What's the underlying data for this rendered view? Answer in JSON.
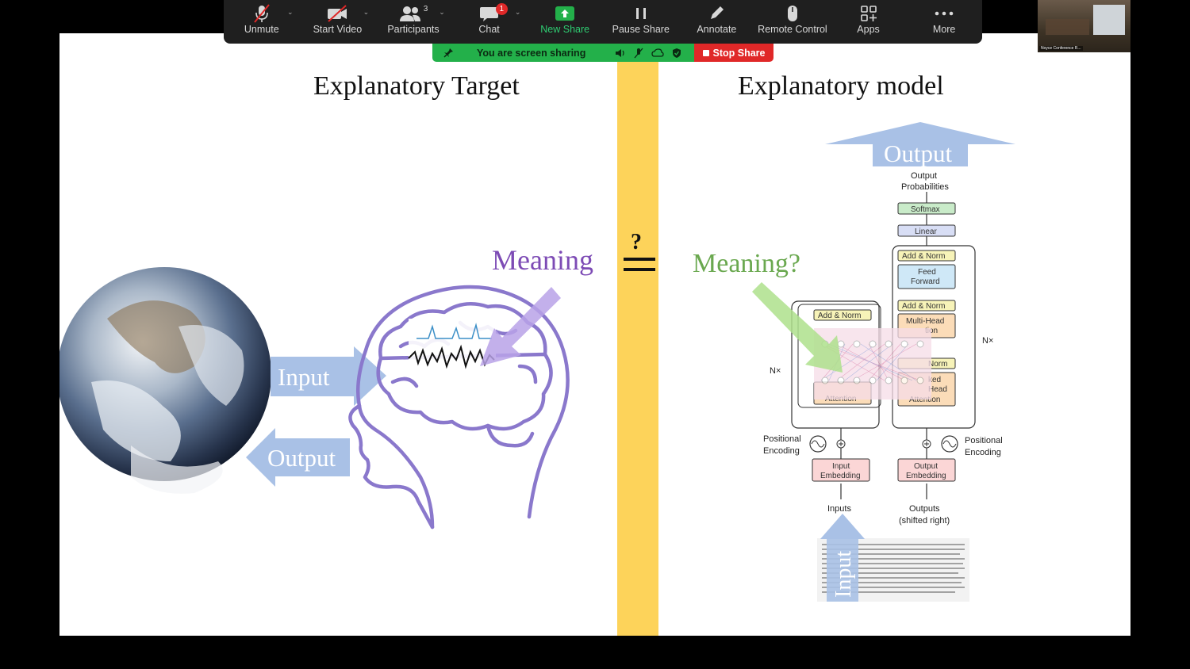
{
  "toolbar": {
    "unmute": "Unmute",
    "start_video": "Start Video",
    "participants": "Participants",
    "participants_count": "3",
    "chat": "Chat",
    "chat_badge": "1",
    "new_share": "New Share",
    "pause_share": "Pause Share",
    "annotate": "Annotate",
    "remote_control": "Remote Control",
    "apps": "Apps",
    "more": "More"
  },
  "share_bar": {
    "status": "You are screen sharing",
    "stop": "Stop Share"
  },
  "thumbnail": {
    "label": "Noyce Conference R..."
  },
  "slide": {
    "left_title": "Explanatory Target",
    "right_title": "Explanatory model",
    "meaning_left": "Meaning",
    "meaning_right": "Meaning?",
    "input_arrow": "Input",
    "output_arrow": "Output",
    "question_mark": "?",
    "model_output": "Output",
    "model_input": "Input",
    "transformer": {
      "output_probabilities_1": "Output",
      "output_probabilities_2": "Probabilities",
      "softmax": "Softmax",
      "linear": "Linear",
      "add_norm": "Add & Norm",
      "feed_1": "Feed",
      "feed_2": "Forward",
      "multi_head_1": "Multi-Head",
      "multi_head_2": "tion",
      "norm": "Norm",
      "ked": "ked",
      "head": "Head",
      "attention": "Attention",
      "nx": "N×",
      "pos_enc_1": "Positional",
      "pos_enc_2": "Encoding",
      "input_emb_1": "Input",
      "input_emb_2": "Embedding",
      "output_emb_1": "Output",
      "output_emb_2": "Embedding",
      "inputs": "Inputs",
      "outputs_1": "Outputs",
      "outputs_2": "(shifted right)"
    }
  },
  "colors": {
    "toolbar_bg": "#1f1f1f",
    "share_green": "#23b04a",
    "stop_red": "#e02828",
    "divider_yellow": "#fdd35a",
    "arrow_blue": "#a9c1e6",
    "meaning_purple": "#7d4bb5",
    "meaning_green": "#6aa84f",
    "brain_purple": "#8a78cc"
  }
}
